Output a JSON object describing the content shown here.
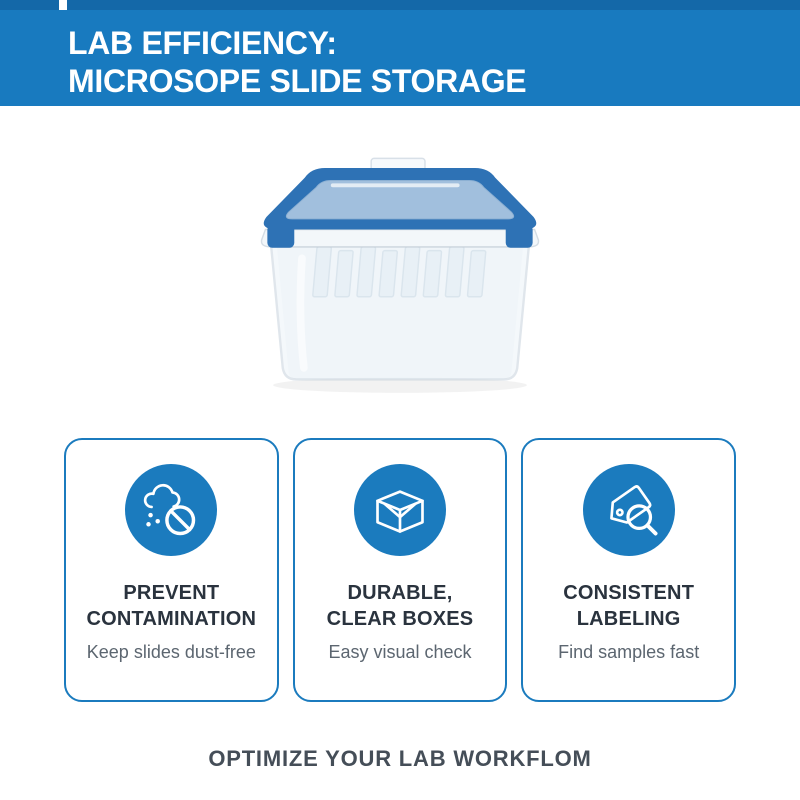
{
  "header": {
    "line1": "LAB EFFICIENCY:",
    "line2": "MICROSOPE SLIDE STORAGE"
  },
  "illustration": {
    "name": "clear-slide-storage-box"
  },
  "cards": [
    {
      "icon": "contamination-ban-icon",
      "title_line1": "PREVENT",
      "title_line2": "CONTAMINATION",
      "subtitle": "Keep slides dust-free"
    },
    {
      "icon": "clear-box-icon",
      "title_line1": "DURABLE,",
      "title_line2": "CLEAR BOXES",
      "subtitle": "Easy visual check"
    },
    {
      "icon": "tag-search-icon",
      "title_line1": "CONSISTENT",
      "title_line2": "LABELING",
      "subtitle": "Find samples fast"
    }
  ],
  "footer": {
    "text": "OPTIMIZE YOUR LAB WORKFLOM"
  },
  "colors": {
    "header_blue": "#187ABF",
    "stripe_blue": "#1468A8",
    "accent_blue": "#1B7BBE",
    "title_text": "#2A333E",
    "subtitle_text": "#5C6670",
    "footer_text": "#454E58"
  }
}
